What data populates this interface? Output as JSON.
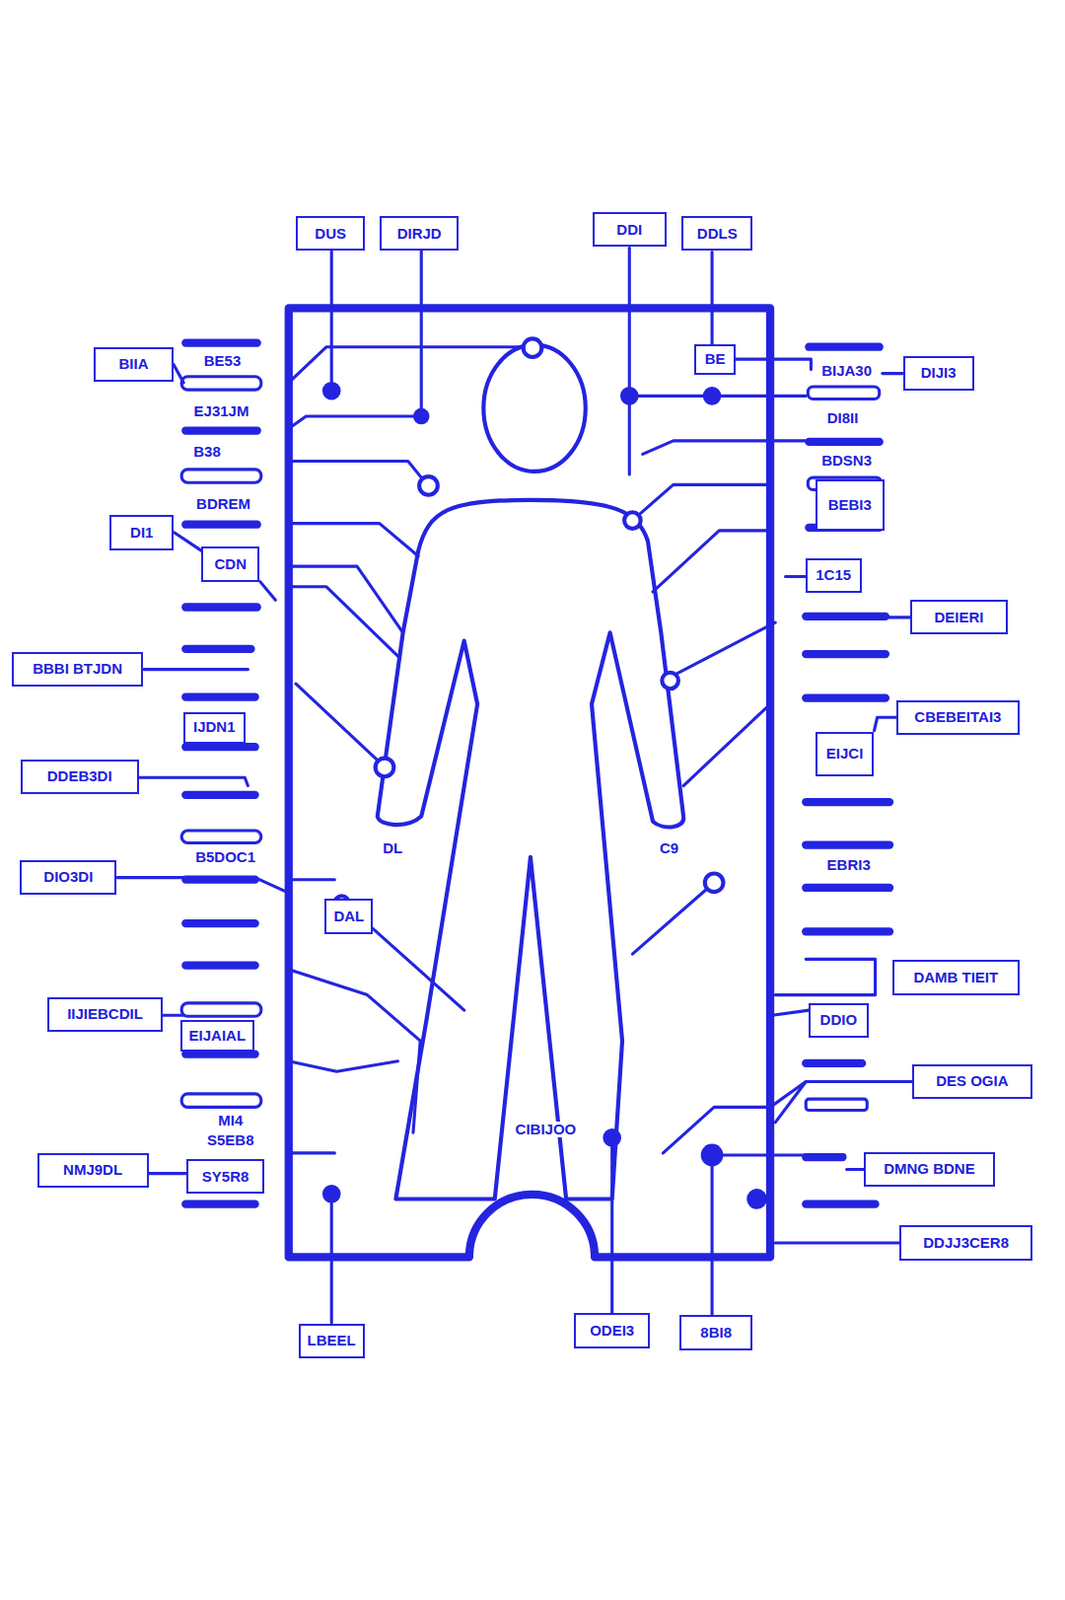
{
  "diagram": {
    "nodes": [
      {
        "text": [
          "DUS"
        ]
      },
      {
        "text": [
          "DIRJD"
        ]
      },
      {
        "text": [
          "DDI"
        ]
      },
      {
        "text": [
          "DDLS"
        ]
      },
      {
        "text": [
          "BIIA"
        ]
      },
      {
        "text": [
          "BE"
        ]
      },
      {
        "text": [
          "DIJI3"
        ]
      },
      {
        "text": [
          "BEBI3"
        ]
      },
      {
        "text": [
          "DI1"
        ]
      },
      {
        "text": [
          "CDN"
        ]
      },
      {
        "text": [
          "1C15"
        ]
      },
      {
        "text": [
          "DEIERI"
        ]
      },
      {
        "text": [
          "BBBI BTJDN"
        ]
      },
      {
        "text": [
          "IJDN1"
        ]
      },
      {
        "text": [
          "CBEBEITAI3"
        ]
      },
      {
        "text": [
          "EIJCI"
        ]
      },
      {
        "text": [
          "DDEB3DI"
        ]
      },
      {
        "text": [
          "DIO3DI"
        ]
      },
      {
        "text": [
          "DAL"
        ]
      },
      {
        "text": [
          "DAMB TIEIT"
        ]
      },
      {
        "text": [
          "IIJIEBCDIL"
        ]
      },
      {
        "text": [
          "DDIO"
        ]
      },
      {
        "text": [
          "EIJAIAL"
        ]
      },
      {
        "text": [
          "DES OGIA"
        ]
      },
      {
        "text": [
          "NMJ9DL"
        ]
      },
      {
        "text": [
          "SY5R8"
        ]
      },
      {
        "text": [
          "DMNG BDNE"
        ]
      },
      {
        "text": [
          "DDJJ3CER8"
        ]
      },
      {
        "text": [
          "LBEEL"
        ]
      },
      {
        "text": [
          "ODEI3"
        ]
      },
      {
        "text": [
          "8BI8"
        ]
      }
    ],
    "labels": [
      "BE53",
      "BIJA30",
      "EJ31JM",
      "DI8II",
      "B38",
      "BDSN3",
      "BDREM",
      "DL",
      "C9",
      "B5DOC1",
      "EBRI3",
      "MI4",
      "S5EB8",
      "CIBIJOO"
    ]
  }
}
